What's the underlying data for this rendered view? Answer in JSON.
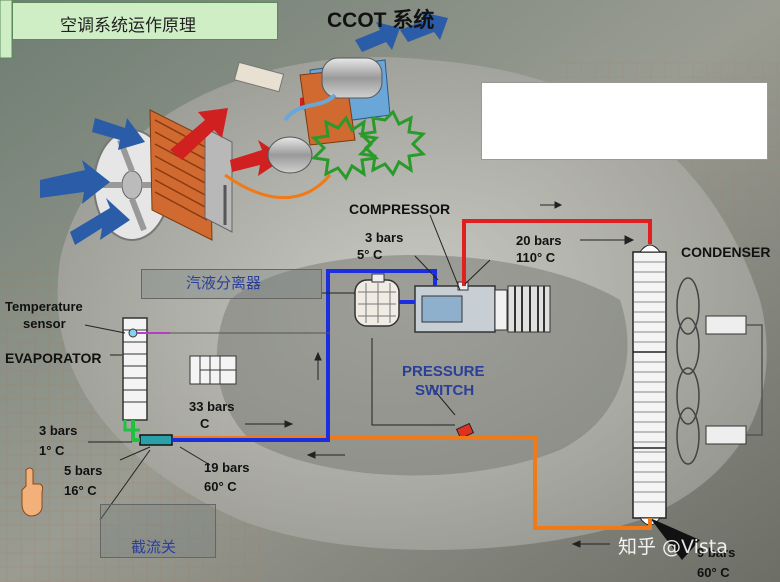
{
  "banner": {
    "title": "空调系统运作原理"
  },
  "page_title": "CCOT 系统",
  "labels": {
    "compressor": "COMPRESSOR",
    "condenser": "CONDENSER",
    "evaporator": "EVAPORATOR",
    "temperature_sensor_1": "Temperature",
    "temperature_sensor_2": "sensor",
    "pressure_switch_1": "PRESSURE",
    "pressure_switch_2": "SWITCH",
    "accumulator": "汽液分离器",
    "orifice_tube": "截流关"
  },
  "readings": {
    "compressor_in_pressure": "3 bars",
    "compressor_in_temp": "5° C",
    "compressor_out_pressure": "20 bars",
    "compressor_out_temp": "110° C",
    "evap_out_pressure": "3 bars",
    "evap_out_temp": "1° C",
    "evap_in_pressure": "5 bars",
    "evap_in_temp": "16° C",
    "overlap_pressure": "33 bars",
    "overlap_temp": "C",
    "liquid_line_pressure": "19 bars",
    "liquid_line_temp": "60° C",
    "condenser_out_pressure": "9 bars",
    "condenser_out_temp": "60° C"
  },
  "watermark": "知乎 @Vista",
  "colors": {
    "high_pressure_gas": "#e02020",
    "high_pressure_liquid": "#f07a18",
    "low_pressure": "#1a2ee0",
    "evaporator_in": "#22c040",
    "sensor_wire": "#b040c0",
    "banner_bg": "#cfeec6"
  }
}
